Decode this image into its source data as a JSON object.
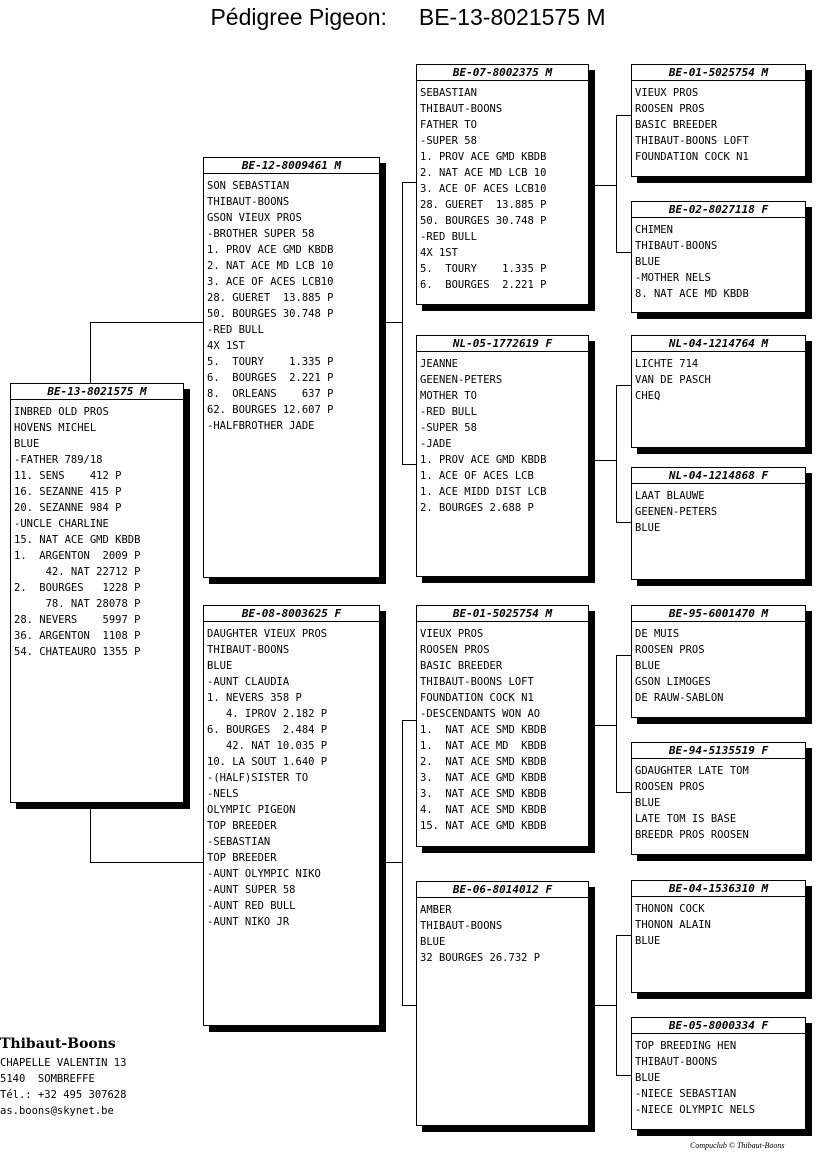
{
  "page_title": "Pédigree Pigeon:     BE-13-8021575 M",
  "pigeons": {
    "subject": {
      "ring": "BE-13-8021575 M",
      "lines": [
        "INBRED OLD PROS",
        "HOVENS MICHEL",
        "BLUE",
        "-FATHER 789/18",
        "11. SENS    412 P",
        "16. SEZANNE 415 P",
        "20. SEZANNE 984 P",
        "-UNCLE CHARLINE",
        "15. NAT ACE GMD KBDB",
        "1.  ARGENTON  2009 P",
        "     42. NAT 22712 P",
        "2.  BOURGES   1228 P",
        "     78. NAT 28078 P",
        "28. NEVERS    5997 P",
        "36. ARGENTON  1108 P",
        "54. CHATEAURO 1355 P"
      ]
    },
    "father": {
      "ring": "BE-12-8009461 M",
      "lines": [
        "SON SEBASTIAN",
        "THIBAUT-BOONS",
        "GSON VIEUX PROS",
        "-BROTHER SUPER 58",
        "1. PROV ACE GMD KBDB",
        "2. NAT ACE MD LCB 10",
        "3. ACE OF ACES LCB10",
        "28. GUERET  13.885 P",
        "50. BOURGES 30.748 P",
        "-RED BULL",
        "4X 1ST",
        "5.  TOURY    1.335 P",
        "6.  BOURGES  2.221 P",
        "8.  ORLEANS    637 P",
        "62. BOURGES 12.607 P",
        "-HALFBROTHER JADE"
      ]
    },
    "mother": {
      "ring": "BE-08-8003625 F",
      "lines": [
        "DAUGHTER VIEUX PROS",
        "THIBAUT-BOONS",
        "BLUE",
        "-AUNT CLAUDIA",
        "1. NEVERS 358 P",
        "   4. IPROV 2.182 P",
        "6. BOURGES  2.484 P",
        "   42. NAT 10.035 P",
        "10. LA SOUT 1.640 P",
        "-(HALF)SISTER TO",
        "-NELS",
        "OLYMPIC PIGEON",
        "TOP BREEDER",
        "-SEBASTIAN",
        "TOP BREEDER",
        "-AUNT OLYMPIC NIKO",
        "-AUNT SUPER 58",
        "-AUNT RED BULL",
        "-AUNT NIKO JR"
      ]
    },
    "ff": {
      "ring": "BE-07-8002375 M",
      "lines": [
        "SEBASTIAN",
        "THIBAUT-BOONS",
        "FATHER TO",
        "-SUPER 58",
        "1. PROV ACE GMD KBDB",
        "2. NAT ACE MD LCB 10",
        "3. ACE OF ACES LCB10",
        "28. GUERET  13.885 P",
        "50. BOURGES 30.748 P",
        "-RED BULL",
        "4X 1ST",
        "5.  TOURY    1.335 P",
        "6.  BOURGES  2.221 P"
      ]
    },
    "fm": {
      "ring": "NL-05-1772619 F",
      "lines": [
        "JEANNE",
        "GEENEN-PETERS",
        "MOTHER TO",
        "-RED BULL",
        "-SUPER 58",
        "-JADE",
        "1. PROV ACE GMD KBDB",
        "1. ACE OF ACES LCB",
        "1. ACE MIDD DIST LCB",
        "2. BOURGES 2.688 P"
      ]
    },
    "mf": {
      "ring": "BE-01-5025754 M",
      "lines": [
        "VIEUX PROS",
        "ROOSEN PROS",
        "BASIC BREEDER",
        "THIBAUT-BOONS LOFT",
        "FOUNDATION COCK N1",
        "-DESCENDANTS WON AO",
        "1.  NAT ACE SMD KBDB",
        "1.  NAT ACE MD  KBDB",
        "2.  NAT ACE SMD KBDB",
        "3.  NAT ACE GMD KBDB",
        "3.  NAT ACE SMD KBDB",
        "4.  NAT ACE SMD KBDB",
        "15. NAT ACE GMD KBDB"
      ]
    },
    "mm": {
      "ring": "BE-06-8014012 F",
      "lines": [
        "AMBER",
        "THIBAUT-BOONS",
        "BLUE",
        "32 BOURGES 26.732 P"
      ]
    },
    "fff": {
      "ring": "BE-01-5025754 M",
      "lines": [
        "VIEUX PROS",
        "ROOSEN PROS",
        "BASIC BREEDER",
        "THIBAUT-BOONS LOFT",
        "FOUNDATION COCK N1"
      ]
    },
    "ffm": {
      "ring": "BE-02-8027118 F",
      "lines": [
        "CHIMEN",
        "THIBAUT-BOONS",
        "BLUE",
        "-MOTHER NELS",
        "8. NAT ACE MD KBDB"
      ]
    },
    "fmf": {
      "ring": "NL-04-1214764 M",
      "lines": [
        "LICHTE 714",
        "VAN DE PASCH",
        "CHEQ"
      ]
    },
    "fmm": {
      "ring": "NL-04-1214868 F",
      "lines": [
        "LAAT BLAUWE",
        "GEENEN-PETERS",
        "BLUE"
      ]
    },
    "mff": {
      "ring": "BE-95-6001470 M",
      "lines": [
        "DE MUIS",
        "ROOSEN PROS",
        "BLUE",
        "GSON LIMOGES",
        "DE RAUW-SABLON"
      ]
    },
    "mfm": {
      "ring": "BE-94-5135519 F",
      "lines": [
        "GDAUGHTER LATE TOM",
        "ROOSEN PROS",
        "BLUE",
        "LATE TOM IS BASE",
        "BREEDR PROS ROOSEN"
      ]
    },
    "mmf": {
      "ring": "BE-04-1536310 M",
      "lines": [
        "THONON COCK",
        "THONON ALAIN",
        "BLUE"
      ]
    },
    "mmm": {
      "ring": "BE-05-8000334 F",
      "lines": [
        "TOP BREEDING HEN",
        "THIBAUT-BOONS",
        "BLUE",
        "-NIECE SEBASTIAN",
        "-NIECE OLYMPIC NELS"
      ]
    }
  },
  "breeder": {
    "name": "Thibaut-Boons",
    "address": "CHAPELLE VALENTIN 13",
    "city": "5140  SOMBREFFE",
    "phone": "Tél.: +32 495 307628",
    "email": "as.boons@skynet.be"
  },
  "credit": "Compuclub © Thibaut-Boons"
}
